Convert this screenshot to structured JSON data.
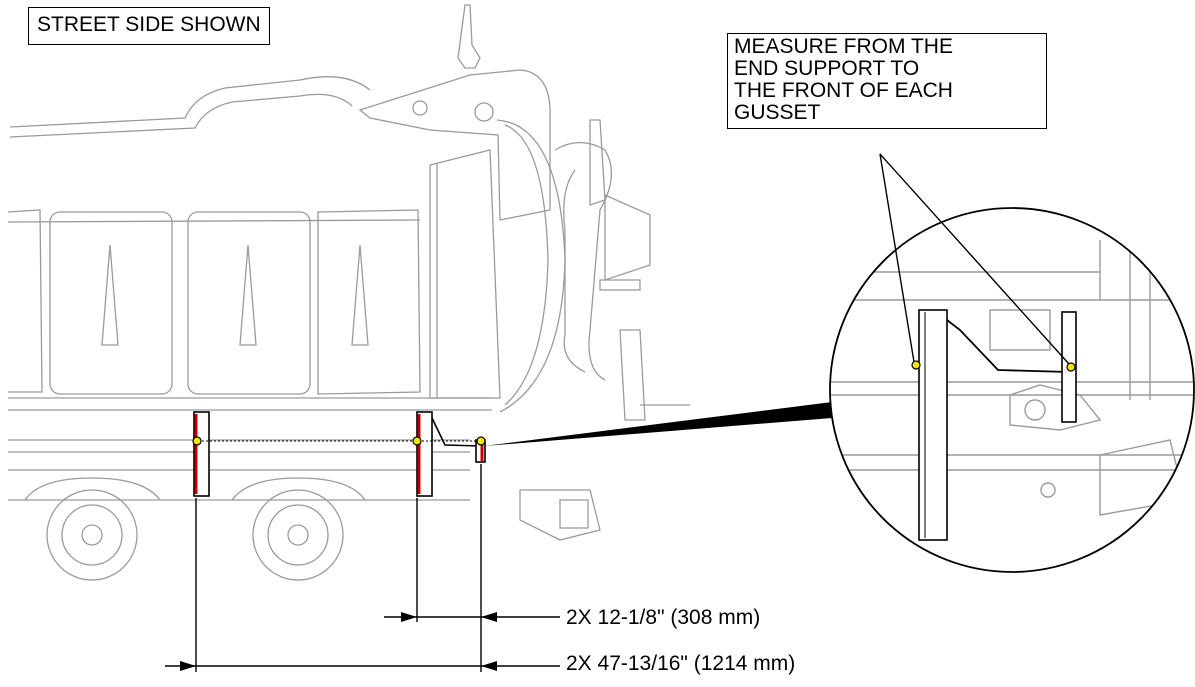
{
  "labels": {
    "view_note": "STREET SIDE SHOWN",
    "callout_note": "MEASURE FROM THE\nEND SUPPORT TO\nTHE FRONT OF EACH\nGUSSET"
  },
  "dimensions": {
    "short": "2X 12-1/8\" (308 mm)",
    "long": "2X 47-13/16\" (1214 mm)"
  },
  "colors": {
    "line_art": "#8c8c8c",
    "ink": "#000000",
    "marker_fill": "#f2e600",
    "support_highlight": "#c00000"
  }
}
